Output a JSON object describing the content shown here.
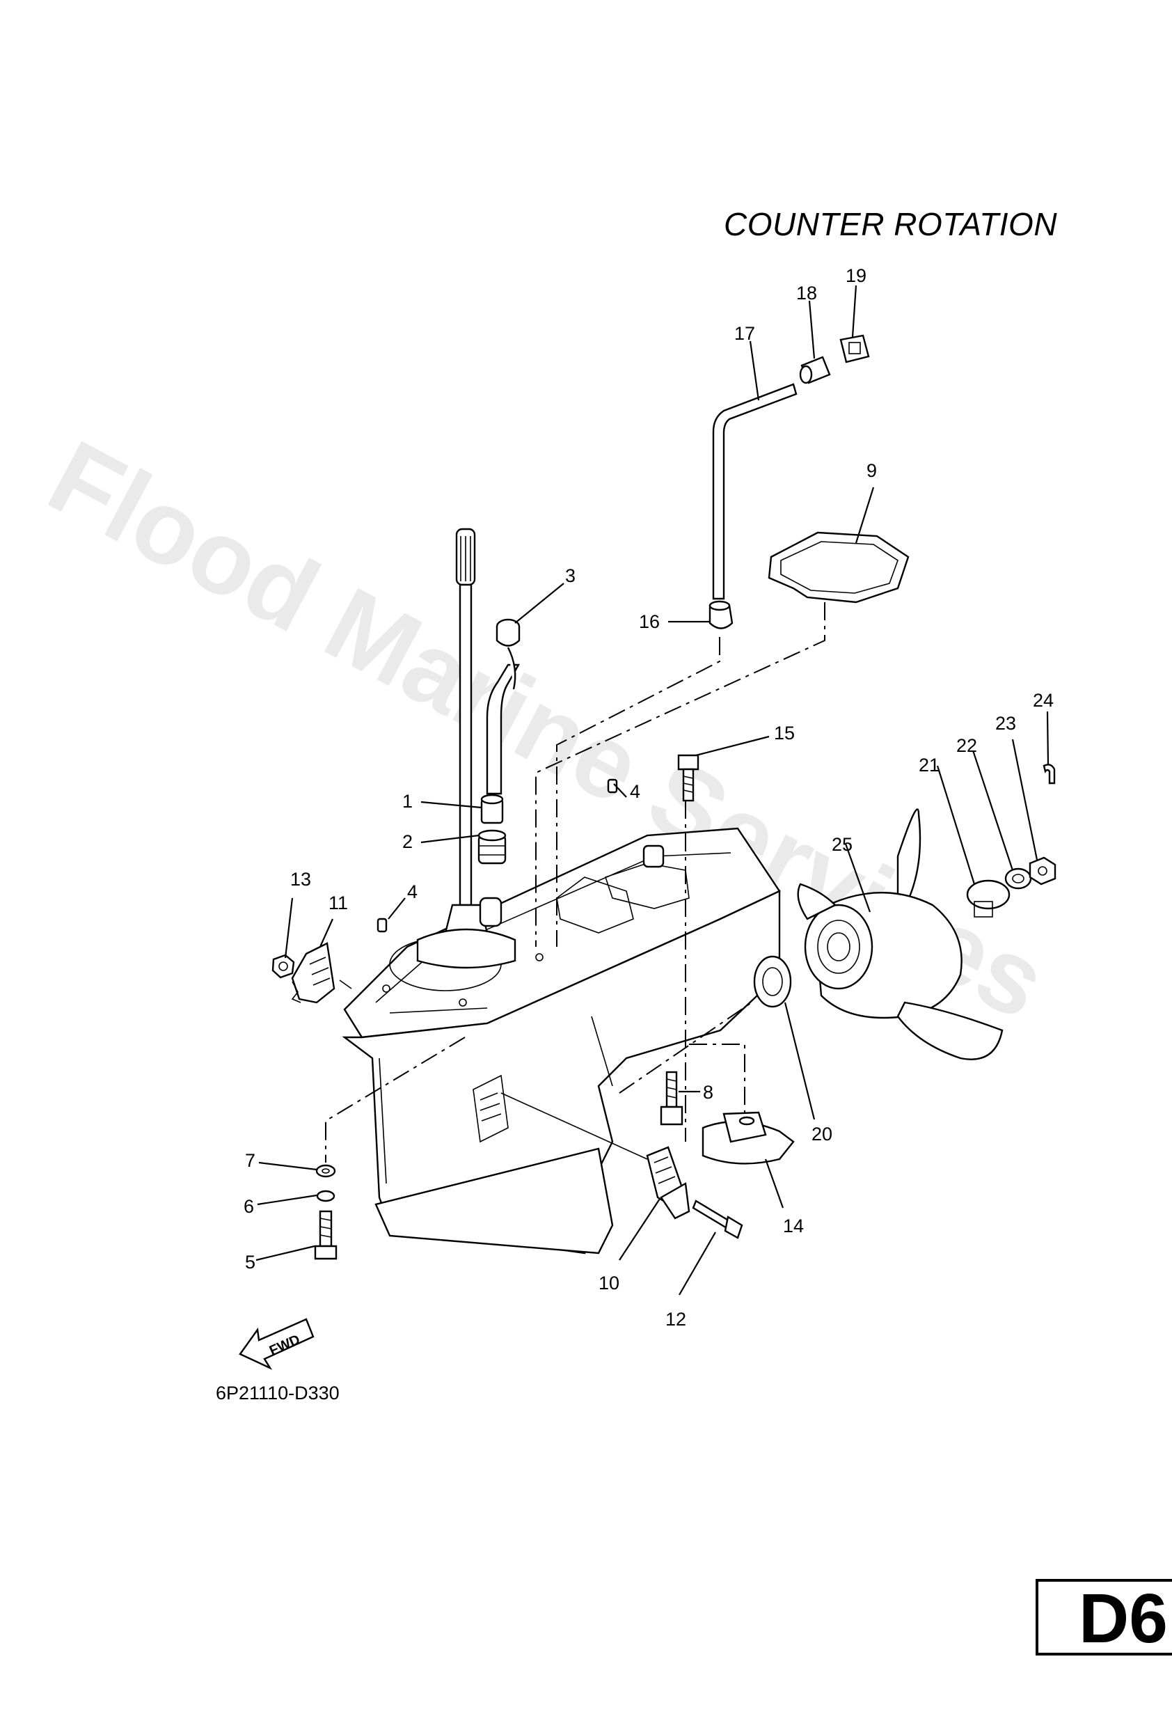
{
  "title": "COUNTER ROTATION",
  "diagram_code": "6P21110-D330",
  "page_tag": "D6",
  "watermark": "Flood Marine Services",
  "fwd_arrow_label": "FWD",
  "callouts": [
    "1",
    "2",
    "3",
    "4",
    "4",
    "5",
    "6",
    "7",
    "8",
    "9",
    "10",
    "11",
    "12",
    "13",
    "14",
    "15",
    "16",
    "17",
    "18",
    "19",
    "20",
    "21",
    "22",
    "23",
    "24",
    "25"
  ]
}
